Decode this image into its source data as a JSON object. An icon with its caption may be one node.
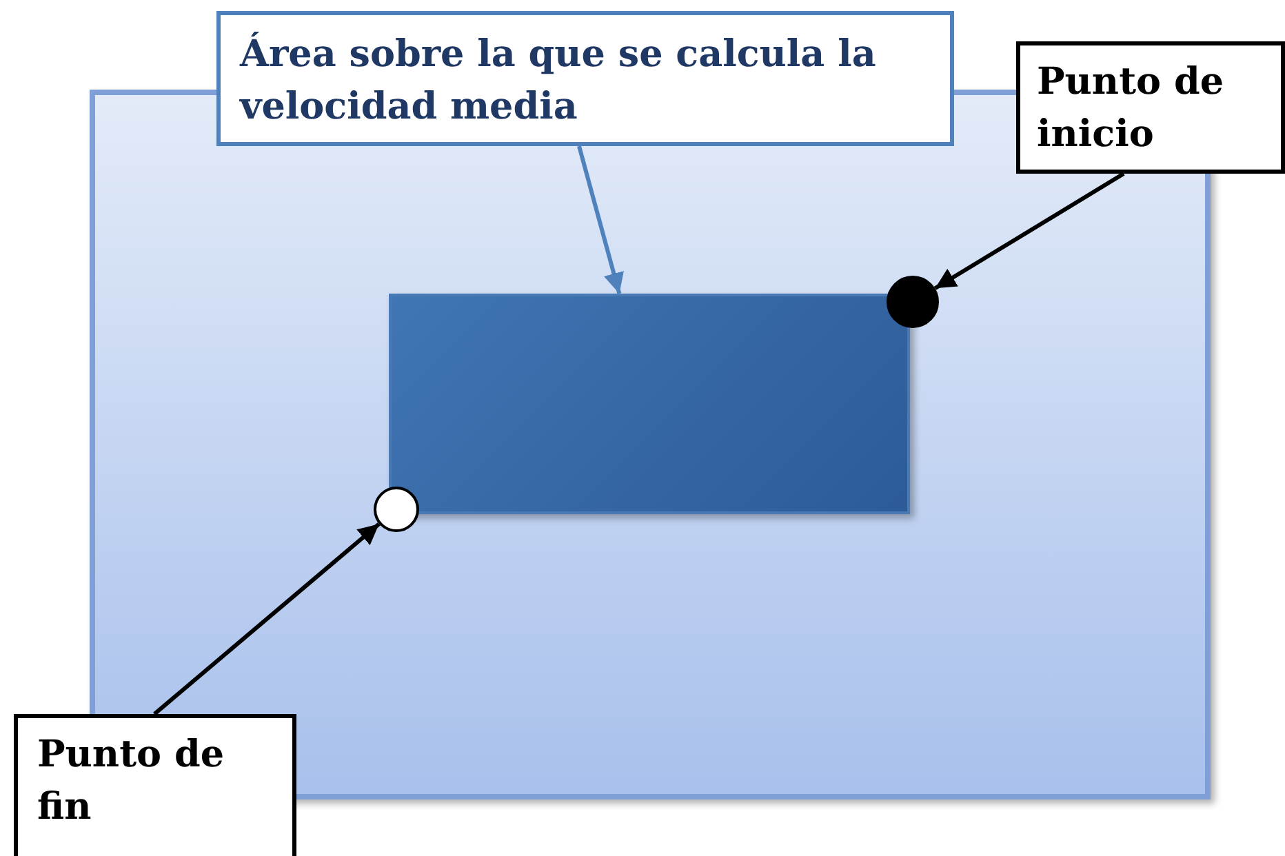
{
  "diagram": {
    "nodes": [
      {
        "text": [
          "Área sobre la que se calcula la velocidad media"
        ]
      },
      {
        "text": [
          "Punto de inicio"
        ]
      },
      {
        "text": [],
        "shape": "box"
      },
      {
        "text": [],
        "shape": "box",
        "in": 2
      },
      {
        "text": [],
        "shape": "circle",
        "in": 2
      },
      {
        "text": [],
        "shape": "circle",
        "in": 2
      },
      {
        "text": [
          "Punto de fin"
        ]
      }
    ],
    "edges": [
      {
        "from": 0,
        "to": 3,
        "arrow": "to",
        "color": "#4f81bd"
      },
      {
        "from": 1,
        "to": 4,
        "arrow": "to"
      },
      {
        "from": 6,
        "to": 5,
        "arrow": "to"
      }
    ]
  }
}
